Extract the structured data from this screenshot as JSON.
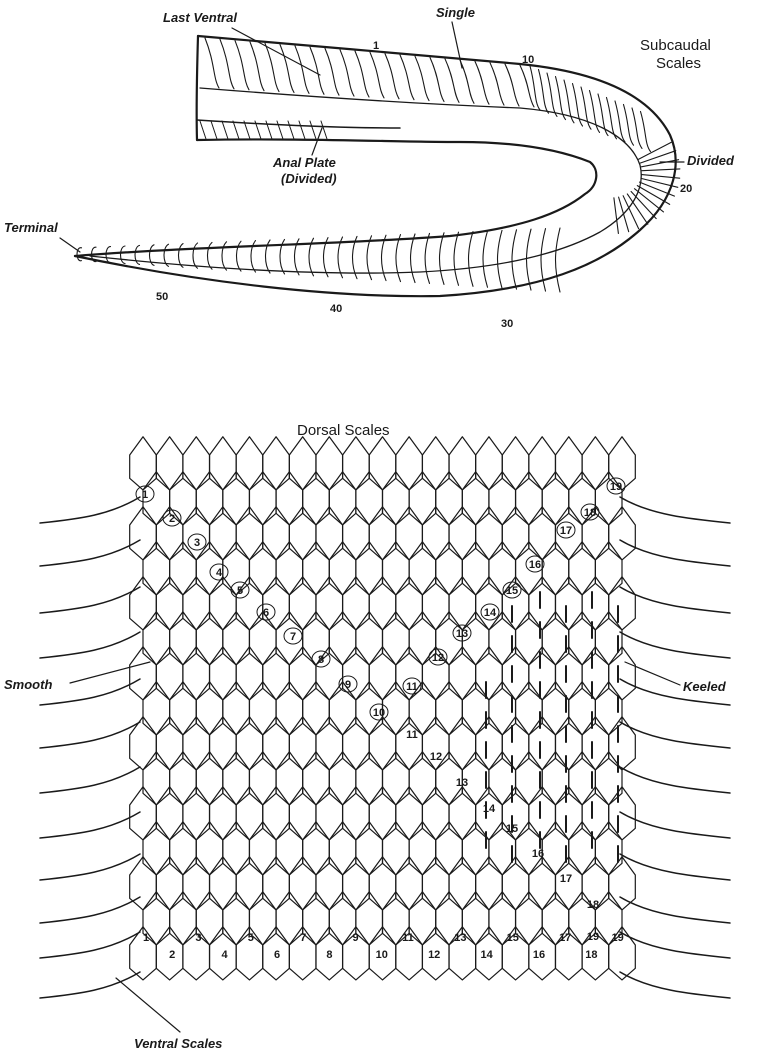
{
  "subcaudal": {
    "title": "Subcaudal\nScales",
    "title_line1": "Subcaudal",
    "title_line2": "Scales",
    "last_ventral": "Last Ventral",
    "single": "Single",
    "anal_plate": "Anal Plate",
    "anal_plate_sub": "(Divided)",
    "divided": "Divided",
    "terminal": "Terminal",
    "ticks": [
      "1",
      "10",
      "20",
      "30",
      "40",
      "50"
    ]
  },
  "dorsal": {
    "title": "Dorsal Scales",
    "smooth": "Smooth",
    "keeled": "Keeled",
    "ventral": "Ventral Scales",
    "row_count_labels": [
      "1",
      "2",
      "3",
      "4",
      "5",
      "6",
      "7",
      "8",
      "9",
      "10",
      "11",
      "12",
      "13",
      "14",
      "15",
      "16",
      "17",
      "18",
      "19"
    ]
  }
}
